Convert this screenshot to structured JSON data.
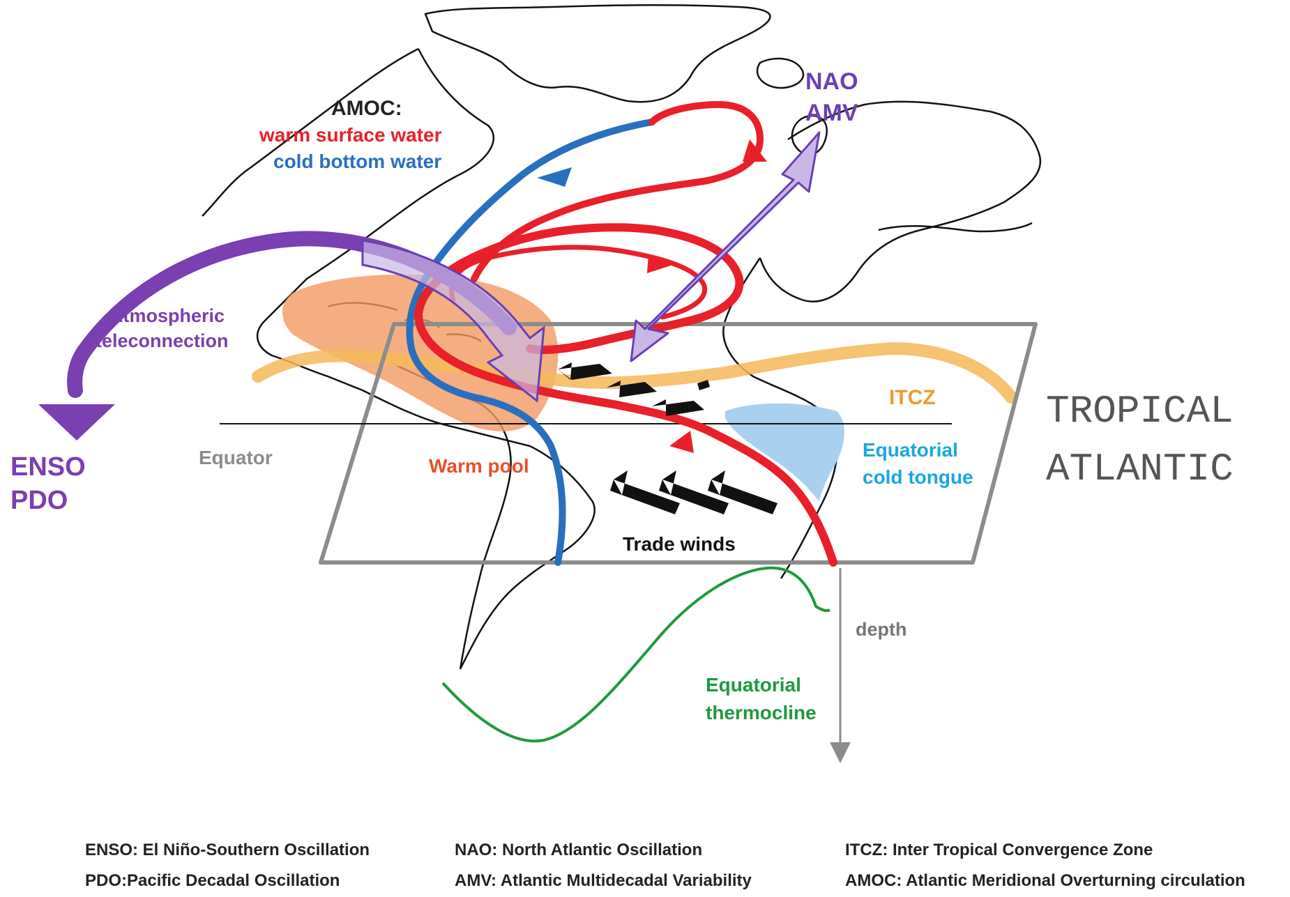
{
  "labels": {
    "amoc_title": "AMOC:",
    "amoc_warm": "warm surface water",
    "amoc_cold": "cold bottom water",
    "nao": "NAO",
    "amv": "AMV",
    "atmos_line1": "Atmospheric",
    "atmos_line2": "teleconnection",
    "enso": "ENSO",
    "pdo": "PDO",
    "equator": "Equator",
    "warm_pool": "Warm pool",
    "itcz": "ITCZ",
    "tropical": "TROPICAL",
    "atlantic": "ATLANTIC",
    "cold_tongue_line1": "Equatorial",
    "cold_tongue_line2": "cold tongue",
    "trade_winds": "Trade winds",
    "depth": "depth",
    "thermocline_line1": "Equatorial",
    "thermocline_line2": "thermocline"
  },
  "glossary": [
    "ENSO: El Niño-Southern Oscillation",
    "PDO:Pacific Decadal Oscillation",
    "NAO: North Atlantic Oscillation",
    "AMV: Atlantic Multidecadal Variability",
    "ITCZ: Inter Tropical Convergence Zone",
    "AMOC: Atlantic Meridional Overturning circulation"
  ],
  "colors": {
    "warm": "#e8202a",
    "cold": "#2a6fbe",
    "purple": "#7a3fb0",
    "purple_light": "#c9b8e6",
    "itcz": "#f4b85a",
    "warm_pool": "#f29a62",
    "cold_tongue": "#a9d0ef",
    "thermocline": "#1f9a3c",
    "box": "#8c8c8c",
    "cyan_text": "#1aa7e0",
    "orange_text": "#f09a30",
    "warm_text": "#e8502a"
  },
  "icons": [
    "trade-wind-arrow",
    "atmospheric-teleconnection-arrow",
    "nao-amv-double-arrow",
    "depth-arrow"
  ]
}
